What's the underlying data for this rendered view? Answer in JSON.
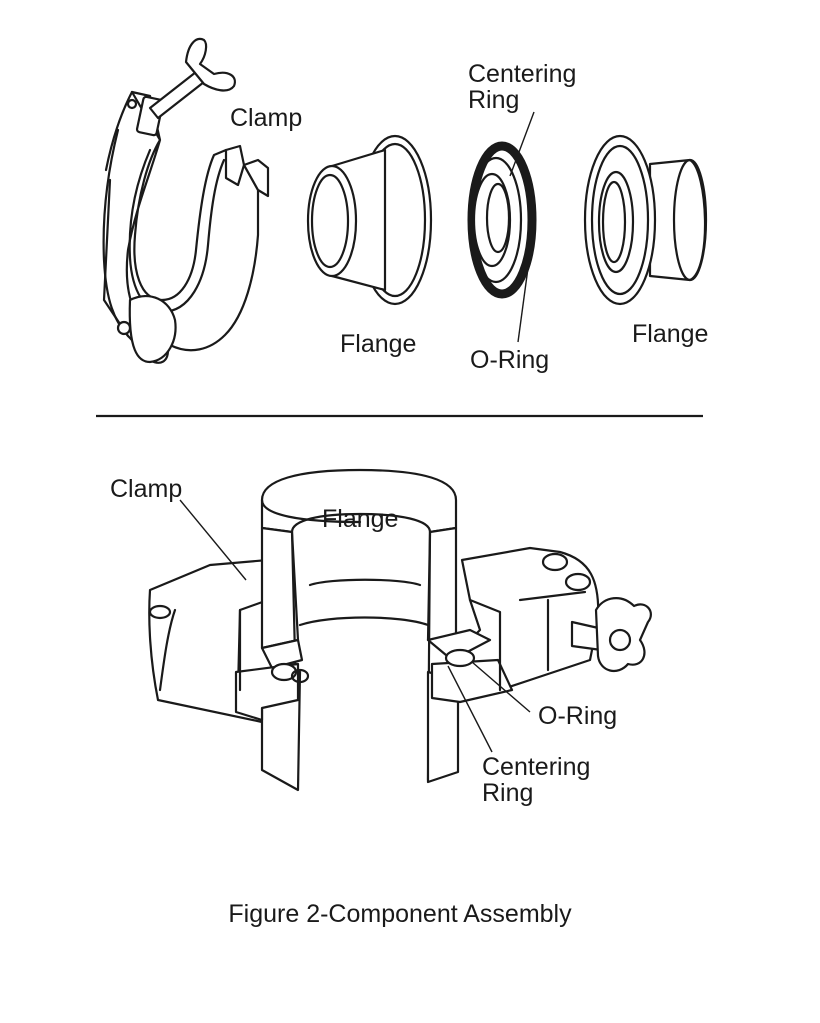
{
  "exploded_view": {
    "labels": {
      "clamp": "Clamp",
      "flange_left": "Flange",
      "centering_ring_line1": "Centering",
      "centering_ring_line2": "Ring",
      "o_ring": "O-Ring",
      "flange_right": "Flange"
    }
  },
  "assembled_view": {
    "labels": {
      "clamp": "Clamp",
      "flange": "Flange",
      "o_ring": "O-Ring",
      "centering_ring_line1": "Centering",
      "centering_ring_line2": "Ring"
    }
  },
  "caption": "Figure 2-Component Assembly"
}
